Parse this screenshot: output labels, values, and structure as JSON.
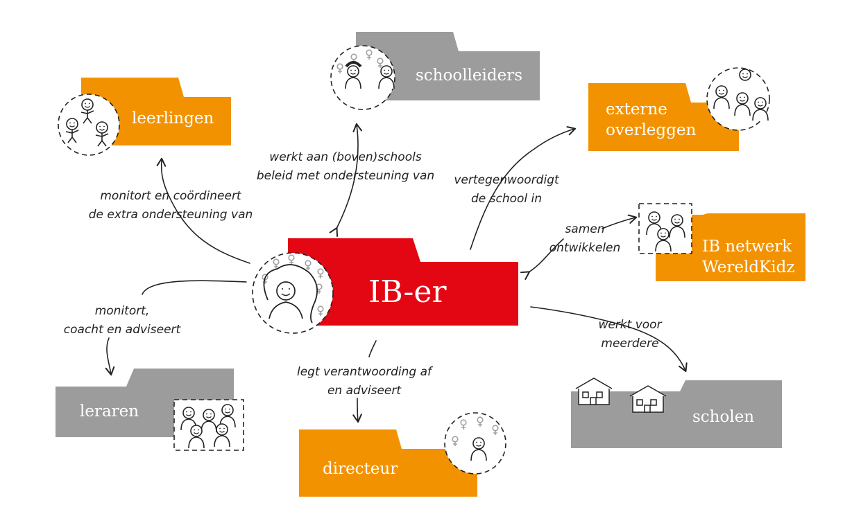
{
  "colors": {
    "red": "#e30613",
    "orange": "#f39200",
    "gray": "#9d9c9c",
    "ink": "#222222"
  },
  "nodes": {
    "center": {
      "label": "IB-er",
      "color": "#e30613"
    },
    "leerlingen": {
      "label": "leerlingen",
      "color": "#f39200"
    },
    "schoolleiders": {
      "label": "schoolleiders",
      "color": "#9d9c9c"
    },
    "externe": {
      "line1": "externe",
      "line2": "overleggen",
      "color": "#f39200"
    },
    "netwerk": {
      "line1": "IB netwerk",
      "line2": "WereldKidz",
      "color": "#f39200"
    },
    "scholen": {
      "label": "scholen",
      "color": "#9d9c9c"
    },
    "directeur": {
      "label": "directeur",
      "color": "#f39200"
    },
    "leraren": {
      "label": "leraren",
      "color": "#9d9c9c"
    }
  },
  "edges": {
    "leerlingen": [
      "monitort en coördineert",
      "de extra ondersteuning van"
    ],
    "schoolleiders": [
      "werkt aan (boven)schools",
      "beleid met ondersteuning van"
    ],
    "externe": [
      "vertegenwoordigt",
      "de school in"
    ],
    "netwerk": [
      "samen",
      "ontwikkelen"
    ],
    "scholen": [
      "werkt voor",
      "meerdere"
    ],
    "directeur": [
      "legt verantwoording af",
      "en adviseert"
    ],
    "leraren": [
      "monitort,",
      "coacht en adviseert"
    ]
  }
}
